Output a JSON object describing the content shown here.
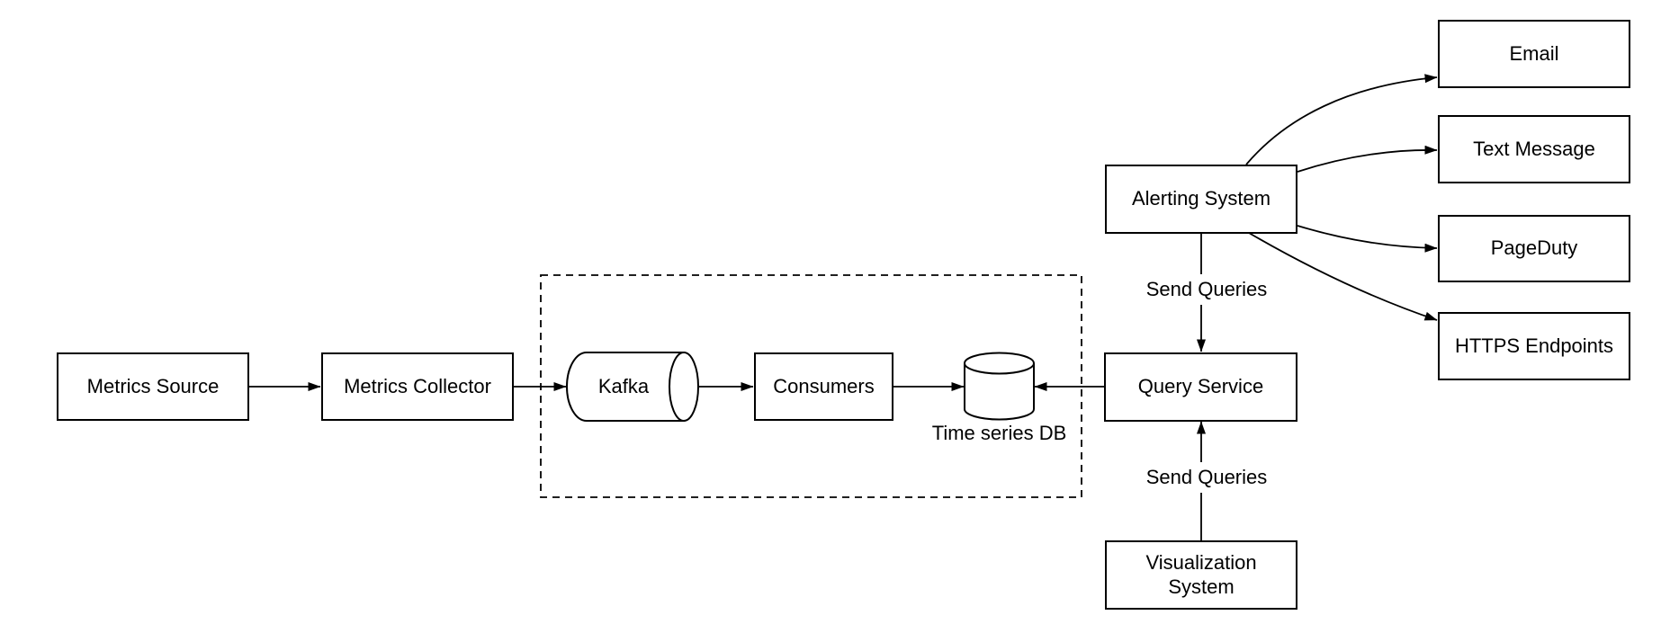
{
  "colors": {
    "background": "#ffffff",
    "stroke": "#000000",
    "text": "#000000"
  },
  "nodes": {
    "metrics_source": "Metrics Source",
    "metrics_collector": "Metrics Collector",
    "kafka": "Kafka",
    "consumers": "Consumers",
    "time_series_db": "Time series DB",
    "query_service": "Query Service",
    "alerting_system": "Alerting System",
    "visualization_system": "Visualization System",
    "email": "Email",
    "text_message": "Text Message",
    "pageduty": "PageDuty",
    "https_endpoints": "HTTPS Endpoints"
  },
  "edge_labels": {
    "alerting_to_query_service": "Send Queries",
    "visualization_to_query_service": "Send Queries"
  }
}
